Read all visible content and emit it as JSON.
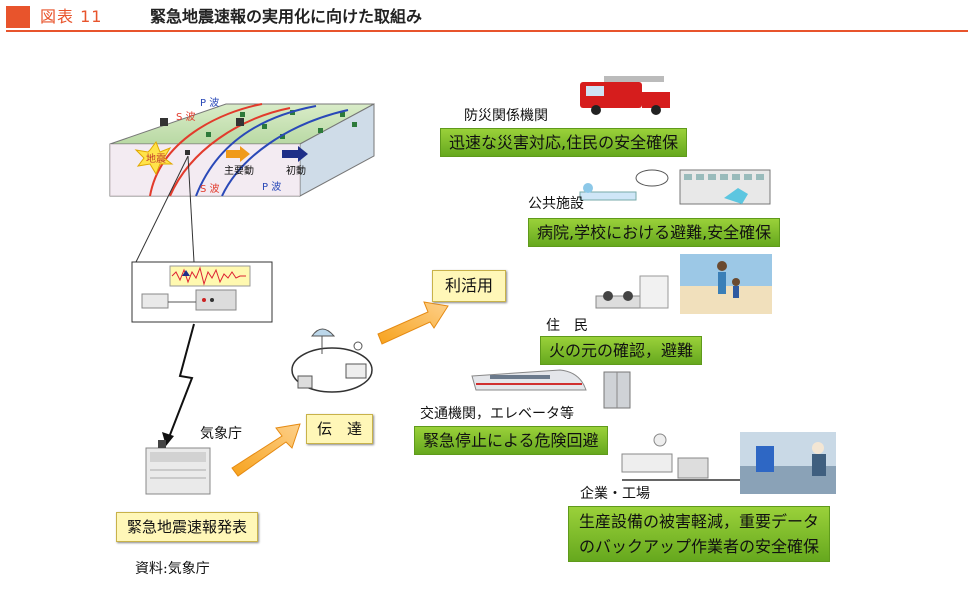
{
  "header": {
    "figure_number": "図表 11",
    "title": "緊急地震速報の実用化に向けた取組み",
    "accent_color": "#e8542c"
  },
  "seismic_diagram": {
    "p_wave_top": "P 波",
    "s_wave_top": "S 波",
    "epicenter": "地震",
    "main_motion": "主要動",
    "initial_motion": "初動",
    "s_wave_bottom": "S 波",
    "p_wave_bottom": "P 波"
  },
  "jma": {
    "label": "気象庁"
  },
  "announcement": {
    "label": "緊急地震速報発表"
  },
  "transmission": {
    "label": "伝　達"
  },
  "utilization": {
    "label": "利活用"
  },
  "targets": [
    {
      "category": "防災関係機関",
      "benefit": "迅速な災害対応,住民の安全確保"
    },
    {
      "category": "公共施設",
      "benefit": "病院,学校における避難,安全確保"
    },
    {
      "category": "住　民",
      "benefit": "火の元の確認，避難"
    },
    {
      "category": "交通機関，エレベータ等",
      "benefit": "緊急停止による危険回避"
    },
    {
      "category": "企業・工場",
      "benefit_line1": "生産設備の被害軽減，重要データ",
      "benefit_line2": "のバックアップ作業者の安全確保"
    }
  ],
  "source": "資料:気象庁",
  "icons": [
    "fire-truck-icon",
    "hospital-bed-icon",
    "school-building-icon",
    "stove-icon",
    "family-beach-photo",
    "train-icon",
    "elevator-icon",
    "factory-line-icon",
    "worker-photo",
    "satellite-dish-icon",
    "seismograph-icon",
    "server-icon"
  ]
}
